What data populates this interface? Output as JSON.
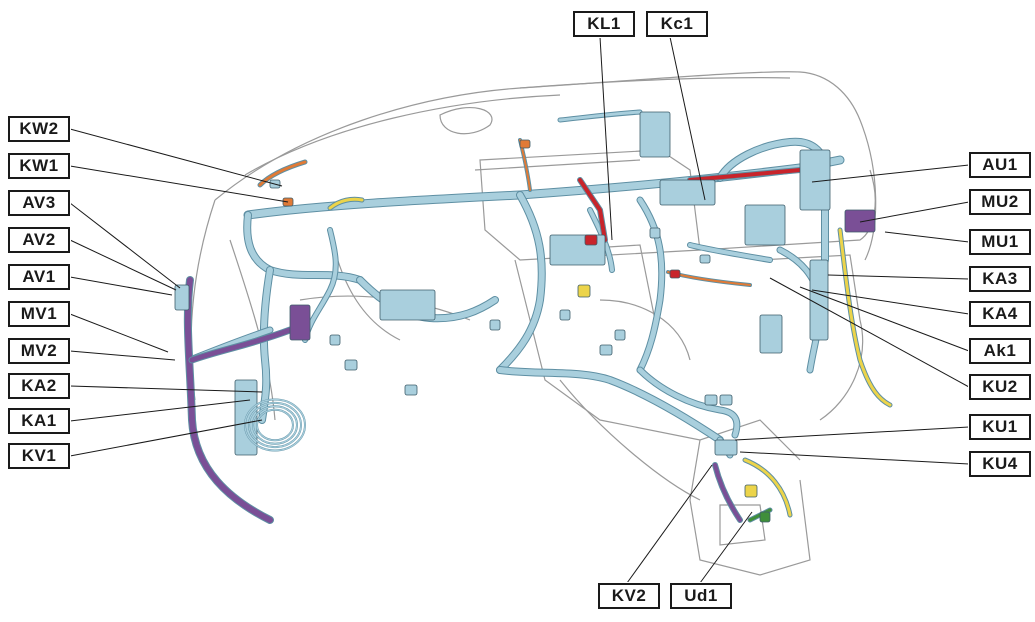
{
  "diagram": {
    "colors": {
      "outline": "#9a9a9a",
      "harness_main": "#a9cfdd",
      "harness_edge": "#5e8fa3",
      "harness_violet": "#7a4f96",
      "harness_yellow": "#ecd44a",
      "harness_red": "#c8242b",
      "harness_orange": "#e07a36",
      "harness_green": "#3f8f3a",
      "label_border": "#1a1a1a",
      "leader": "#1a1a1a"
    },
    "labels": {
      "KL1": "KL1",
      "Kc1": "Kc1",
      "KW2": "KW2",
      "KW1": "KW1",
      "AV3": "AV3",
      "AV2": "AV2",
      "AV1": "AV1",
      "MV1": "MV1",
      "MV2": "MV2",
      "KA2": "KA2",
      "KA1": "KA1",
      "KV1": "KV1",
      "AU1": "AU1",
      "MU2": "MU2",
      "MU1": "MU1",
      "KA3": "KA3",
      "KA4": "KA4",
      "Ak1": "Ak1",
      "KU2": "KU2",
      "KU1": "KU1",
      "KU4": "KU4",
      "KV2": "KV2",
      "Ud1": "Ud1"
    }
  }
}
